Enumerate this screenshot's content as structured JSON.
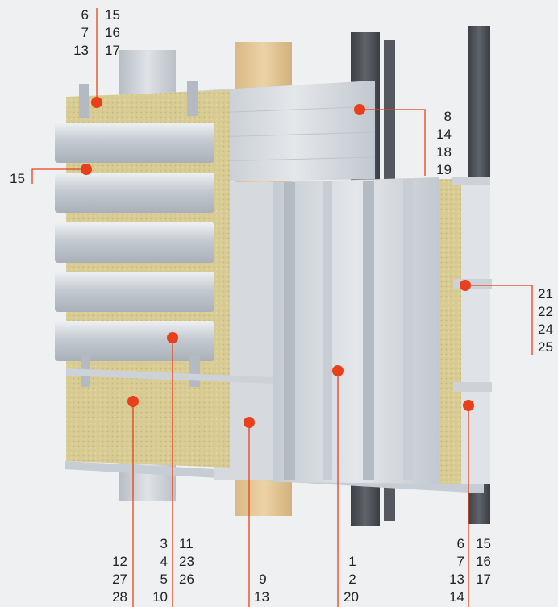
{
  "colors": {
    "background": "#eef0f2",
    "marker": "#e8401c",
    "leader": "#e8401c",
    "text": "#222222",
    "steel": "#c9ced4",
    "wool": "#d8cc94",
    "timber": "#e3c796",
    "steel_post": "#4a4d52"
  },
  "callouts": [
    {
      "id": "top-left",
      "numbers": [
        "6",
        "7",
        "13"
      ],
      "numbers2": [
        "15",
        "16",
        "17"
      ]
    },
    {
      "id": "left",
      "numbers": [
        "15"
      ]
    },
    {
      "id": "top-right",
      "numbers": [
        "8",
        "14",
        "18",
        "19"
      ]
    },
    {
      "id": "right",
      "numbers": [
        "21",
        "22",
        "24",
        "25"
      ]
    },
    {
      "id": "bottom-a",
      "numbers": [
        "12",
        "27",
        "28"
      ]
    },
    {
      "id": "bottom-b",
      "numbers": [
        "3",
        "4",
        "5",
        "10"
      ]
    },
    {
      "id": "bottom-c",
      "numbers": [
        "11",
        "23",
        "26"
      ]
    },
    {
      "id": "bottom-d",
      "numbers": [
        "9",
        "13"
      ]
    },
    {
      "id": "bottom-e",
      "numbers": [
        "1",
        "2",
        "20"
      ]
    },
    {
      "id": "bottom-f",
      "numbers": [
        "6",
        "7",
        "13",
        "14"
      ]
    },
    {
      "id": "bottom-g",
      "numbers": [
        "15",
        "16",
        "17"
      ]
    }
  ]
}
